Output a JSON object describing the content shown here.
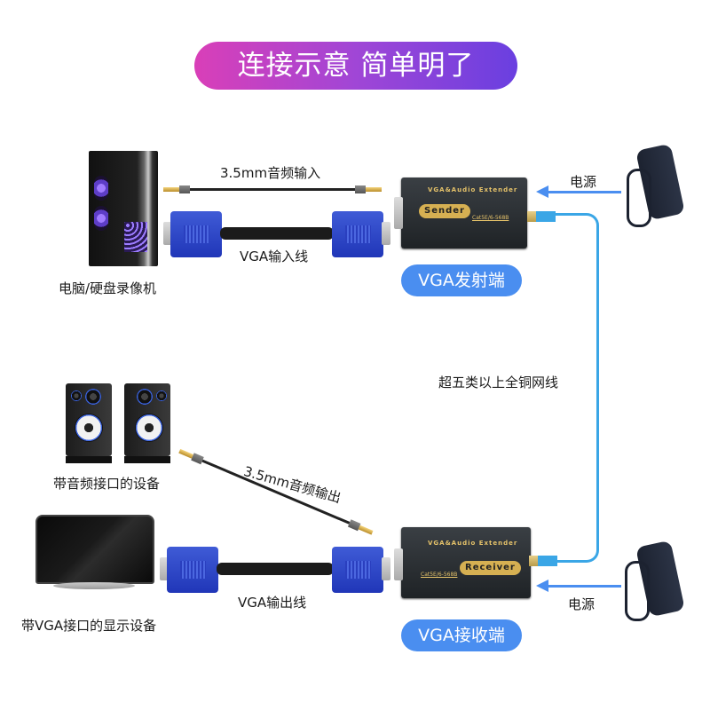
{
  "title": "连接示意 简单明了",
  "sender": {
    "device_label": "电脑/硬盘录像机",
    "audio_cable_label": "3.5mm音频输入",
    "vga_cable_label": "VGA输入线",
    "box_line1": "VGA&Audio  Extender",
    "box_tag": "Sender",
    "box_cat": "Cat5E/6-568B",
    "pill_label": "VGA发射端",
    "power_label": "电源"
  },
  "network": {
    "cable_label": "超五类以上全铜网线"
  },
  "receiver": {
    "speaker_label": "带音频接口的设备",
    "display_label": "带VGA接口的显示设备",
    "audio_cable_label": "3.5mm音频输出",
    "vga_cable_label": "VGA输出线",
    "box_line1": "VGA&Audio  Extender",
    "box_tag": "Receiver",
    "box_cat": "Cat5E/6-568B",
    "pill_label": "VGA接收端",
    "power_label": "电源"
  },
  "colors": {
    "title_gradient_start": "#d93fb8",
    "title_gradient_end": "#6a3fe0",
    "accent_blue": "#4a8ef0",
    "network_cable": "#3aa6e6",
    "box_gold": "#d6b052"
  }
}
